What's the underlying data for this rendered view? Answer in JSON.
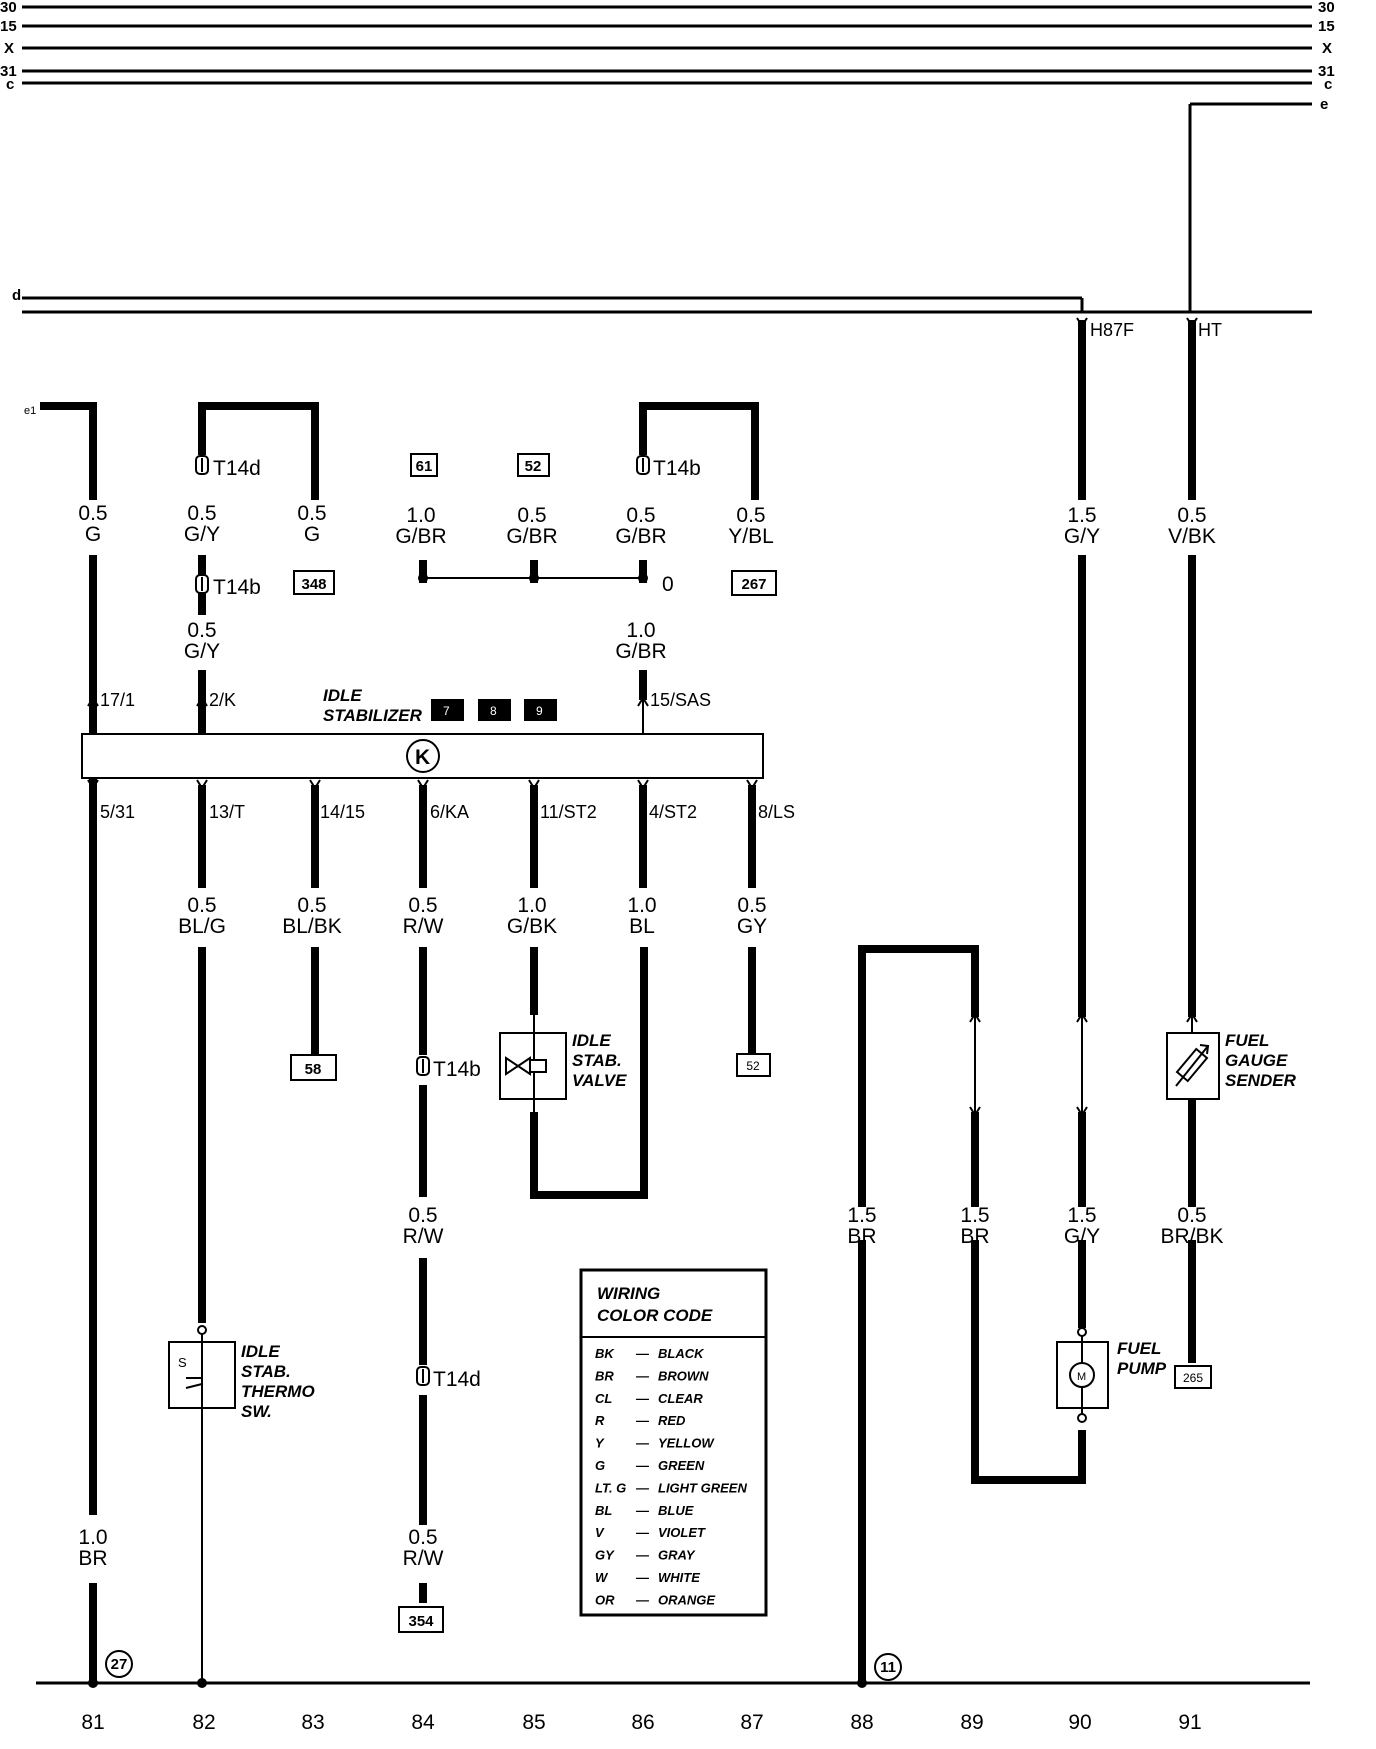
{
  "bus": {
    "l30": "30",
    "l15": "15",
    "lx": "X",
    "l31": "31",
    "lc": "c",
    "ld": "d",
    "r30": "30",
    "r15": "15",
    "rx": "X",
    "r31": "31",
    "rc": "c",
    "re": "e"
  },
  "control_unit": {
    "label": "K",
    "heading_line1": "IDLE",
    "heading_line2": "STABILIZER",
    "boxes": [
      "7",
      "8",
      "9"
    ]
  },
  "pins": {
    "p17_1": "17/1",
    "p2_k": "2/K",
    "p15_sas": "15/SAS",
    "p5_31": "5/31",
    "p13_t": "13/T",
    "p14_15": "14/15",
    "p6_ka": "6/KA",
    "p11_st2": "11/ST2",
    "p4_st2": "4/ST2",
    "p8_ls": "8/LS",
    "h87f": "H87F",
    "ht": "HT",
    "e1": "e1"
  },
  "wires": {
    "w81a": {
      "size": "0.5",
      "color": "G"
    },
    "w82a": {
      "size": "0.5",
      "color": "G/Y"
    },
    "w83a": {
      "size": "0.5",
      "color": "G"
    },
    "w84a": {
      "size": "1.0",
      "color": "G/BR"
    },
    "w85a": {
      "size": "0.5",
      "color": "G/BR"
    },
    "w86a": {
      "size": "0.5",
      "color": "G/BR"
    },
    "w87a": {
      "size": "0.5",
      "color": "Y/BL"
    },
    "w90a": {
      "size": "1.5",
      "color": "G/Y"
    },
    "w91a": {
      "size": "0.5",
      "color": "V/BK"
    },
    "w82b": {
      "size": "0.5",
      "color": "G/Y"
    },
    "w86b": {
      "size": "1.0",
      "color": "G/BR"
    },
    "w82c": {
      "size": "0.5",
      "color": "BL/G"
    },
    "w83b": {
      "size": "0.5",
      "color": "BL/BK"
    },
    "w84b": {
      "size": "0.5",
      "color": "R/W"
    },
    "w85b": {
      "size": "1.0",
      "color": "G/BK"
    },
    "w86c": {
      "size": "1.0",
      "color": "BL"
    },
    "w87b": {
      "size": "0.5",
      "color": "GY"
    },
    "w84c": {
      "size": "0.5",
      "color": "R/W"
    },
    "w88": {
      "size": "1.5",
      "color": "BR"
    },
    "w89": {
      "size": "1.5",
      "color": "BR"
    },
    "w90b": {
      "size": "1.5",
      "color": "G/Y"
    },
    "w91b": {
      "size": "0.5",
      "color": "BR/BK"
    },
    "w81b": {
      "size": "1.0",
      "color": "BR"
    },
    "w84d": {
      "size": "0.5",
      "color": "R/W"
    }
  },
  "connectors": {
    "t14d": "T14d",
    "t14b": "T14b",
    "zero": "0"
  },
  "refs": {
    "r348": "348",
    "r61": "61",
    "r52": "52",
    "r267": "267",
    "r58": "58",
    "r354": "354",
    "r265": "265"
  },
  "grounds": {
    "g27": "27",
    "g11": "11"
  },
  "components": {
    "valve": {
      "line1": "IDLE",
      "line2": "STAB.",
      "line3": "VALVE"
    },
    "thermo": {
      "symbol": "S",
      "line1": "IDLE",
      "line2": "STAB.",
      "line3": "THERMO",
      "line4": "SW."
    },
    "pump": {
      "symbol": "M",
      "line1": "FUEL",
      "line2": "PUMP"
    },
    "sender": {
      "line1": "FUEL",
      "line2": "GAUGE",
      "line3": "SENDER"
    }
  },
  "legend": {
    "title1": "WIRING",
    "title2": "COLOR CODE",
    "rows": [
      {
        "code": "BK",
        "name": "BLACK"
      },
      {
        "code": "BR",
        "name": "BROWN"
      },
      {
        "code": "CL",
        "name": "CLEAR"
      },
      {
        "code": "R",
        "name": "RED"
      },
      {
        "code": "Y",
        "name": "YELLOW"
      },
      {
        "code": "G",
        "name": "GREEN"
      },
      {
        "code": "LT. G",
        "name": "LIGHT GREEN"
      },
      {
        "code": "BL",
        "name": "BLUE"
      },
      {
        "code": "V",
        "name": "VIOLET"
      },
      {
        "code": "GY",
        "name": "GRAY"
      },
      {
        "code": "W",
        "name": "WHITE"
      },
      {
        "code": "OR",
        "name": "ORANGE"
      }
    ],
    "dash": "—"
  },
  "columns": [
    "81",
    "82",
    "83",
    "84",
    "85",
    "86",
    "87",
    "88",
    "89",
    "90",
    "91"
  ]
}
